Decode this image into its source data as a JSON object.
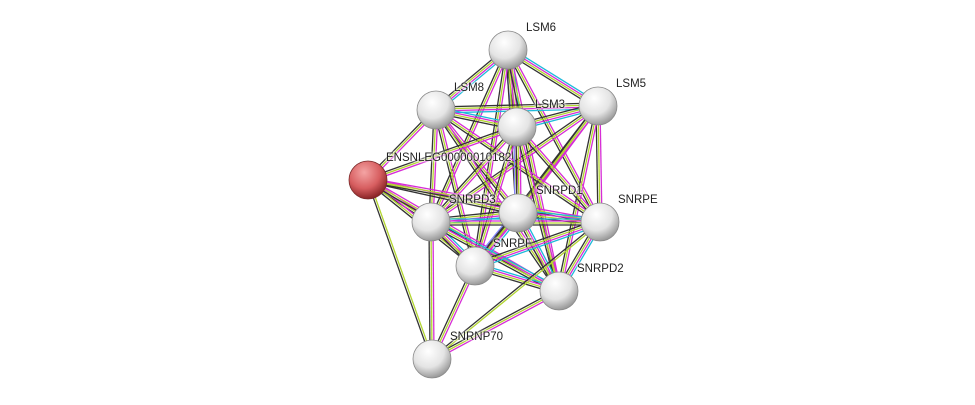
{
  "nodes": [
    {
      "id": "LSM6",
      "label": "LSM6",
      "color": "#e6e6e6"
    },
    {
      "id": "LSM5",
      "label": "LSM5",
      "color": "#e6e6e6"
    },
    {
      "id": "LSM8",
      "label": "LSM8",
      "color": "#e6e6e6"
    },
    {
      "id": "LSM3",
      "label": "LSM3",
      "color": "#e6e6e6"
    },
    {
      "id": "ENSNLEG00000010182",
      "label": "ENSNLEG00000010182",
      "color": "#d9595c"
    },
    {
      "id": "SNRPD1",
      "label": "SNRPD1",
      "color": "#e6e6e6"
    },
    {
      "id": "SNRPD3",
      "label": "SNRPD3",
      "color": "#e6e6e6"
    },
    {
      "id": "SNRPE",
      "label": "SNRPE",
      "color": "#e6e6e6"
    },
    {
      "id": "SNRPF",
      "label": "SNRPF",
      "color": "#e6e6e6"
    },
    {
      "id": "SNRPD2",
      "label": "SNRPD2",
      "color": "#e6e6e6"
    },
    {
      "id": "SNRNP70",
      "label": "SNRNP70",
      "color": "#e6e6e6"
    }
  ],
  "channel_colors": {
    "database": "#1cb9d9",
    "experiments": "#d62dd6",
    "textmining": "#b3d630",
    "coexpression": "#333333",
    "homology": "#8888ff"
  },
  "edges": [
    [
      "LSM6",
      "LSM5",
      [
        "database",
        "experiments",
        "textmining",
        "coexpression"
      ]
    ],
    [
      "LSM6",
      "LSM8",
      [
        "database",
        "experiments",
        "textmining",
        "coexpression"
      ]
    ],
    [
      "LSM6",
      "LSM3",
      [
        "database",
        "experiments",
        "textmining",
        "coexpression",
        "homology"
      ]
    ],
    [
      "LSM6",
      "SNRPD1",
      [
        "experiments",
        "textmining",
        "coexpression"
      ]
    ],
    [
      "LSM6",
      "SNRPD3",
      [
        "experiments",
        "textmining",
        "coexpression"
      ]
    ],
    [
      "LSM6",
      "SNRPE",
      [
        "experiments",
        "textmining",
        "coexpression"
      ]
    ],
    [
      "LSM6",
      "SNRPF",
      [
        "experiments",
        "textmining",
        "coexpression"
      ]
    ],
    [
      "LSM6",
      "SNRPD2",
      [
        "experiments",
        "textmining",
        "coexpression"
      ]
    ],
    [
      "LSM5",
      "LSM8",
      [
        "database",
        "experiments",
        "textmining",
        "coexpression"
      ]
    ],
    [
      "LSM5",
      "LSM3",
      [
        "database",
        "experiments",
        "textmining",
        "coexpression"
      ]
    ],
    [
      "LSM5",
      "SNRPD1",
      [
        "experiments",
        "textmining",
        "coexpression"
      ]
    ],
    [
      "LSM5",
      "SNRPD3",
      [
        "experiments",
        "textmining",
        "coexpression"
      ]
    ],
    [
      "LSM5",
      "SNRPE",
      [
        "experiments",
        "textmining",
        "coexpression"
      ]
    ],
    [
      "LSM5",
      "SNRPF",
      [
        "experiments",
        "textmining",
        "coexpression"
      ]
    ],
    [
      "LSM5",
      "SNRPD2",
      [
        "experiments",
        "textmining",
        "coexpression"
      ]
    ],
    [
      "LSM8",
      "LSM3",
      [
        "database",
        "experiments",
        "textmining",
        "coexpression"
      ]
    ],
    [
      "LSM8",
      "SNRPD1",
      [
        "experiments",
        "textmining",
        "coexpression"
      ]
    ],
    [
      "LSM8",
      "SNRPD3",
      [
        "experiments",
        "textmining",
        "coexpression"
      ]
    ],
    [
      "LSM8",
      "SNRPE",
      [
        "experiments",
        "textmining",
        "coexpression"
      ]
    ],
    [
      "LSM8",
      "SNRPF",
      [
        "experiments",
        "textmining",
        "coexpression"
      ]
    ],
    [
      "LSM8",
      "SNRPD2",
      [
        "experiments",
        "textmining",
        "coexpression"
      ]
    ],
    [
      "LSM8",
      "ENSNLEG00000010182",
      [
        "experiments",
        "textmining",
        "coexpression"
      ]
    ],
    [
      "LSM3",
      "SNRPD1",
      [
        "experiments",
        "textmining",
        "coexpression",
        "homology"
      ]
    ],
    [
      "LSM3",
      "SNRPD3",
      [
        "experiments",
        "textmining",
        "coexpression"
      ]
    ],
    [
      "LSM3",
      "SNRPE",
      [
        "experiments",
        "textmining",
        "coexpression"
      ]
    ],
    [
      "LSM3",
      "SNRPF",
      [
        "experiments",
        "textmining",
        "coexpression"
      ]
    ],
    [
      "LSM3",
      "SNRPD2",
      [
        "experiments",
        "textmining",
        "coexpression"
      ]
    ],
    [
      "LSM3",
      "ENSNLEG00000010182",
      [
        "experiments",
        "textmining",
        "coexpression"
      ]
    ],
    [
      "ENSNLEG00000010182",
      "SNRPD1",
      [
        "experiments",
        "textmining",
        "coexpression"
      ]
    ],
    [
      "ENSNLEG00000010182",
      "SNRPD3",
      [
        "experiments",
        "textmining",
        "coexpression"
      ]
    ],
    [
      "ENSNLEG00000010182",
      "SNRPE",
      [
        "experiments",
        "textmining",
        "coexpression"
      ]
    ],
    [
      "ENSNLEG00000010182",
      "SNRPF",
      [
        "experiments",
        "textmining",
        "coexpression"
      ]
    ],
    [
      "ENSNLEG00000010182",
      "SNRPD2",
      [
        "experiments",
        "textmining",
        "coexpression"
      ]
    ],
    [
      "ENSNLEG00000010182",
      "SNRNP70",
      [
        "textmining",
        "coexpression"
      ]
    ],
    [
      "SNRPD1",
      "SNRPD3",
      [
        "database",
        "experiments",
        "textmining",
        "coexpression"
      ]
    ],
    [
      "SNRPD1",
      "SNRPE",
      [
        "database",
        "experiments",
        "textmining",
        "coexpression"
      ]
    ],
    [
      "SNRPD1",
      "SNRPF",
      [
        "database",
        "experiments",
        "textmining",
        "coexpression",
        "homology"
      ]
    ],
    [
      "SNRPD1",
      "SNRPD2",
      [
        "database",
        "experiments",
        "textmining",
        "coexpression"
      ]
    ],
    [
      "SNRPD3",
      "SNRPE",
      [
        "database",
        "experiments",
        "textmining",
        "coexpression"
      ]
    ],
    [
      "SNRPD3",
      "SNRPF",
      [
        "database",
        "experiments",
        "textmining",
        "coexpression"
      ]
    ],
    [
      "SNRPD3",
      "SNRPD2",
      [
        "database",
        "experiments",
        "textmining",
        "coexpression"
      ]
    ],
    [
      "SNRPD3",
      "SNRNP70",
      [
        "experiments",
        "textmining",
        "coexpression"
      ]
    ],
    [
      "SNRPE",
      "SNRPF",
      [
        "database",
        "experiments",
        "textmining",
        "coexpression"
      ]
    ],
    [
      "SNRPE",
      "SNRPD2",
      [
        "database",
        "experiments",
        "textmining",
        "coexpression"
      ]
    ],
    [
      "SNRPF",
      "SNRPD2",
      [
        "database",
        "experiments",
        "textmining",
        "coexpression"
      ]
    ],
    [
      "SNRPF",
      "SNRNP70",
      [
        "experiments",
        "textmining",
        "coexpression"
      ]
    ],
    [
      "SNRPD2",
      "SNRNP70",
      [
        "experiments",
        "textmining",
        "coexpression"
      ]
    ],
    [
      "SNRPE",
      "SNRNP70",
      [
        "textmining",
        "coexpression"
      ]
    ]
  ]
}
